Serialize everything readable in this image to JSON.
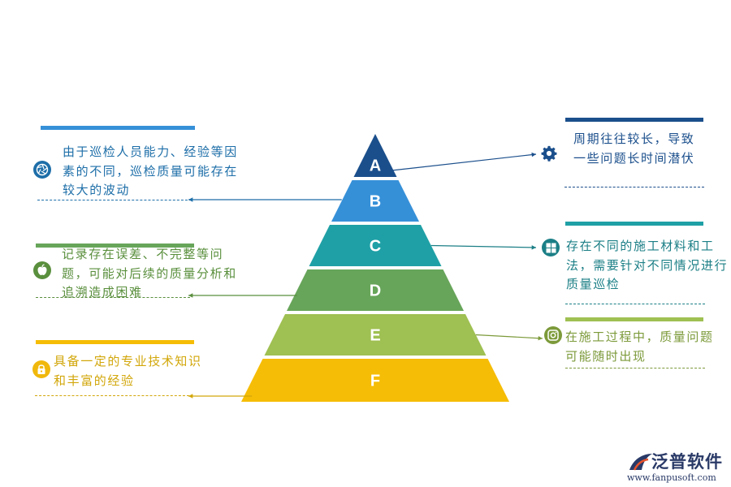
{
  "pyramid": {
    "levels": [
      {
        "label": "A",
        "color": "#1b4f8c"
      },
      {
        "label": "B",
        "color": "#3690d8"
      },
      {
        "label": "C",
        "color": "#1fa0a6"
      },
      {
        "label": "D",
        "color": "#67a55a"
      },
      {
        "label": "E",
        "color": "#9fc052"
      },
      {
        "label": "F",
        "color": "#f5bd06"
      }
    ]
  },
  "callouts": {
    "left": [
      {
        "text": "由于巡检人员能力、经验等因素的不同，巡检质量可能存在较大的波动",
        "color": "#1d6ea8",
        "icon": "aperture-icon",
        "target": "B"
      },
      {
        "text": "记录存在误差、不完整等问题，可能对后续的质量分析和追溯造成困难",
        "color": "#5a8f3d",
        "icon": "apple-icon",
        "target": "D"
      },
      {
        "text": "具备一定的专业技术知识和丰富的经验",
        "color": "#d2a70a",
        "icon": "lock-icon",
        "target": "F"
      }
    ],
    "right": [
      {
        "text": "周期往往较长，导致一些问题长时间潜伏",
        "color": "#1b4f8c",
        "icon": "gear-icon",
        "target": "A"
      },
      {
        "text": "存在不同的施工材料和工法，需要针对不同情况进行质量巡检",
        "color": "#1b7f86",
        "icon": "windows-icon",
        "target": "C"
      },
      {
        "text": "在施工过程中，质量问题可能随时出现",
        "color": "#7c9a3a",
        "icon": "instagram-icon",
        "target": "E"
      }
    ]
  },
  "logo": {
    "name": "泛普软件",
    "url": "www.fanpusoft.com",
    "color": "#2a3a67"
  }
}
